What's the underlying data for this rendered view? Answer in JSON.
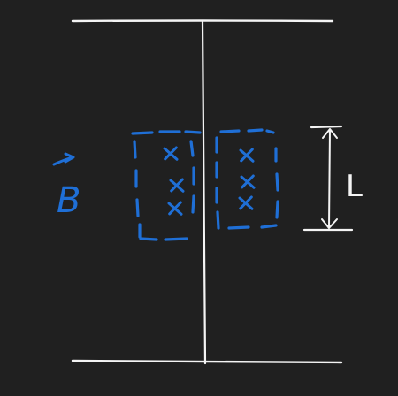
{
  "colors": {
    "background": "#202020",
    "ink": "#f4f4f4",
    "field": "#1f6fd6"
  },
  "labels": {
    "field": "B",
    "length": "L"
  },
  "field_marks": {
    "left_column": [
      "x",
      "x",
      "x"
    ],
    "right_column": [
      "x",
      "x",
      "x"
    ]
  }
}
